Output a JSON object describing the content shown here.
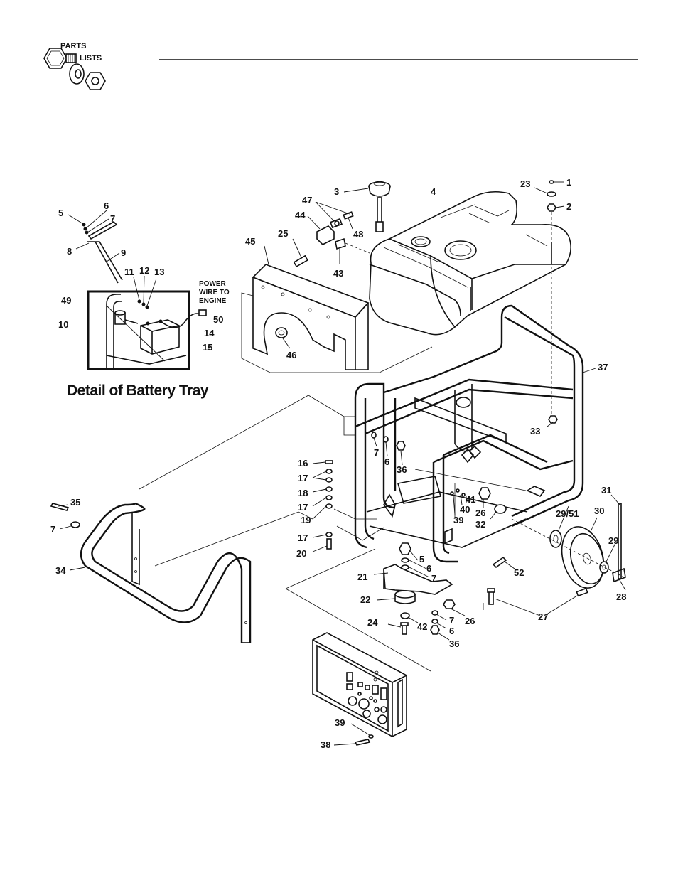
{
  "header": {
    "logo_line1": "PARTS",
    "logo_line2": "LISTS"
  },
  "detail": {
    "title": "Detail of Battery Tray",
    "power_wire": [
      "POWER",
      "WIRE TO",
      "ENGINE"
    ]
  },
  "callouts": [
    {
      "id": "c-1",
      "text": "1"
    },
    {
      "id": "c-2",
      "text": "2"
    },
    {
      "id": "c-3",
      "text": "3"
    },
    {
      "id": "c-4",
      "text": "4"
    },
    {
      "id": "c-23",
      "text": "23"
    },
    {
      "id": "c-47",
      "text": "47"
    },
    {
      "id": "c-44",
      "text": "44"
    },
    {
      "id": "c-48",
      "text": "48"
    },
    {
      "id": "c-25",
      "text": "25"
    },
    {
      "id": "c-45",
      "text": "45"
    },
    {
      "id": "c-43",
      "text": "43"
    },
    {
      "id": "c-46",
      "text": "46"
    },
    {
      "id": "c-37",
      "text": "37"
    },
    {
      "id": "c-33",
      "text": "33"
    },
    {
      "id": "c-5a",
      "text": "5"
    },
    {
      "id": "c-6a",
      "text": "6"
    },
    {
      "id": "c-7a",
      "text": "7"
    },
    {
      "id": "c-8",
      "text": "8"
    },
    {
      "id": "c-9",
      "text": "9"
    },
    {
      "id": "c-11",
      "text": "11"
    },
    {
      "id": "c-12",
      "text": "12"
    },
    {
      "id": "c-13",
      "text": "13"
    },
    {
      "id": "c-49",
      "text": "49"
    },
    {
      "id": "c-10",
      "text": "10"
    },
    {
      "id": "c-50",
      "text": "50"
    },
    {
      "id": "c-14",
      "text": "14"
    },
    {
      "id": "c-15",
      "text": "15"
    },
    {
      "id": "c-7b",
      "text": "7"
    },
    {
      "id": "c-6b",
      "text": "6"
    },
    {
      "id": "c-36a",
      "text": "36"
    },
    {
      "id": "c-16",
      "text": "16"
    },
    {
      "id": "c-17a",
      "text": "17"
    },
    {
      "id": "c-18",
      "text": "18"
    },
    {
      "id": "c-17b",
      "text": "17"
    },
    {
      "id": "c-19",
      "text": "19"
    },
    {
      "id": "c-17c",
      "text": "17"
    },
    {
      "id": "c-20",
      "text": "20"
    },
    {
      "id": "c-35",
      "text": "35"
    },
    {
      "id": "c-7c",
      "text": "7"
    },
    {
      "id": "c-34",
      "text": "34"
    },
    {
      "id": "c-41",
      "text": "41"
    },
    {
      "id": "c-40",
      "text": "40"
    },
    {
      "id": "c-26a",
      "text": "26"
    },
    {
      "id": "c-39a",
      "text": "39"
    },
    {
      "id": "c-32",
      "text": "32"
    },
    {
      "id": "c-31",
      "text": "31"
    },
    {
      "id": "c-2951",
      "text": "29/51"
    },
    {
      "id": "c-30",
      "text": "30"
    },
    {
      "id": "c-29",
      "text": "29"
    },
    {
      "id": "c-28",
      "text": "28"
    },
    {
      "id": "c-52",
      "text": "52"
    },
    {
      "id": "c-27",
      "text": "27"
    },
    {
      "id": "c-5b",
      "text": "5"
    },
    {
      "id": "c-6c",
      "text": "6"
    },
    {
      "id": "c-7d",
      "text": "7"
    },
    {
      "id": "c-21",
      "text": "21"
    },
    {
      "id": "c-22",
      "text": "22"
    },
    {
      "id": "c-24",
      "text": "24"
    },
    {
      "id": "c-42",
      "text": "42"
    },
    {
      "id": "c-26b",
      "text": "26"
    },
    {
      "id": "c-7e",
      "text": "7"
    },
    {
      "id": "c-6d",
      "text": "6"
    },
    {
      "id": "c-36b",
      "text": "36"
    },
    {
      "id": "c-39b",
      "text": "39"
    },
    {
      "id": "c-38",
      "text": "38"
    }
  ]
}
